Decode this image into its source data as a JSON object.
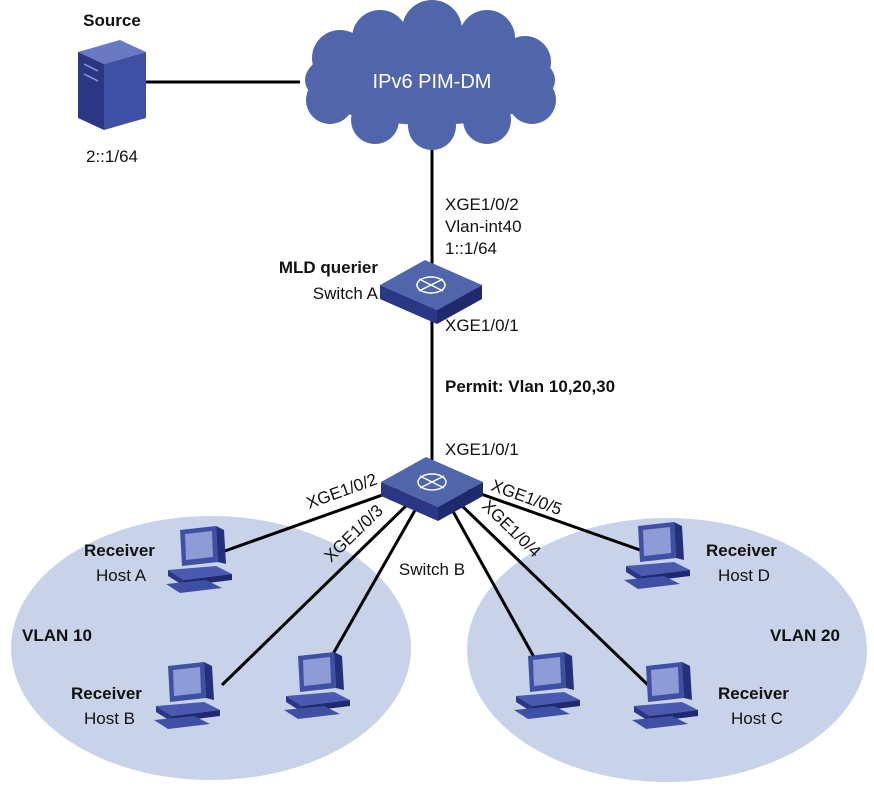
{
  "cloud": {
    "label": "IPv6 PIM-DM"
  },
  "source": {
    "title": "Source",
    "address": "2::1/64"
  },
  "switch_a": {
    "role": "MLD querier",
    "name": "Switch A",
    "uplink_port": "XGE1/0/2",
    "uplink_vlanif": "Vlan-int40",
    "uplink_address": "1::1/64",
    "downlink_port": "XGE1/0/1"
  },
  "trunk": {
    "label": "Permit: Vlan 10,20,30"
  },
  "switch_b": {
    "name": "Switch B",
    "uplink_port": "XGE1/0/1",
    "ports": [
      "XGE1/0/2",
      "XGE1/0/3",
      "XGE1/0/4",
      "XGE1/0/5"
    ]
  },
  "vlans": [
    {
      "label": "VLAN 10"
    },
    {
      "label": "VLAN 20"
    }
  ],
  "hosts": [
    {
      "role": "Receiver",
      "name": "Host A"
    },
    {
      "role": "Receiver",
      "name": "Host B"
    },
    {
      "role": "Receiver",
      "name": "Host C"
    },
    {
      "role": "Receiver",
      "name": "Host D"
    }
  ],
  "colors": {
    "cloud": "#5166aa",
    "device": "#3f4fa3",
    "vlan_fill": "#c8d3ea"
  }
}
